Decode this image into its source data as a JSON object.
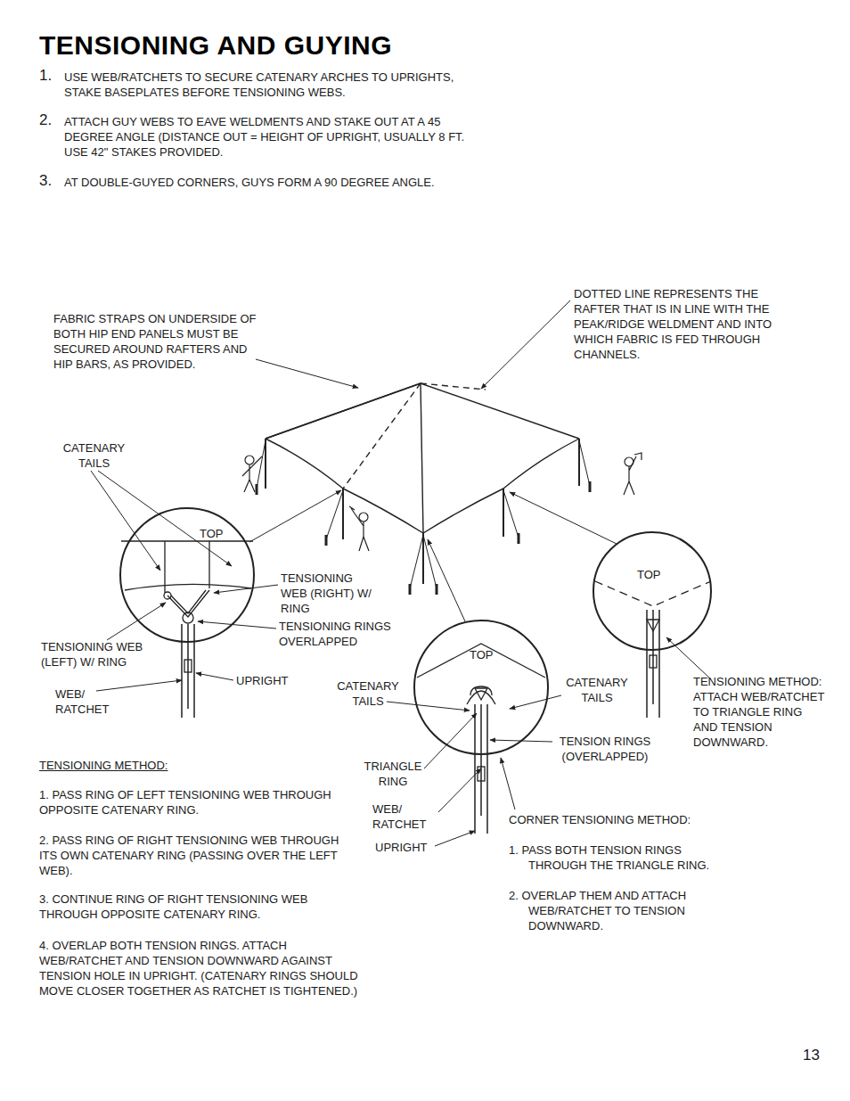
{
  "diagram": {
    "title": "TENSIONING AND GUYING",
    "nodes": [
      {
        "text": [
          "TOP"
        ]
      },
      {
        "text": [
          "TOP"
        ]
      },
      {
        "text": [
          "TOP"
        ]
      }
    ],
    "labels": [
      "1.",
      "USE WEB/RATCHETS TO SECURE CATENARY ARCHES TO UPRIGHTS, STAKE BASEPLATES BEFORE TENSIONING WEBS.",
      "2.",
      "ATTACH GUY WEBS TO EAVE WELDMENTS AND STAKE OUT AT A 45 DEGREE ANGLE (DISTANCE OUT = HEIGHT OF UPRIGHT, USUALLY 8 FT. USE 42\" STAKES PROVIDED.",
      "3.",
      "AT DOUBLE-GUYED CORNERS, GUYS FORM A 90 DEGREE ANGLE.",
      "DOTTED LINE REPRESENTS THE RAFTER THAT IS IN LINE WITH THE PEAK/RIDGE WELDMENT AND INTO WHICH FABRIC IS FED THROUGH CHANNELS.",
      "FABRIC STRAPS ON UNDERSIDE OF BOTH HIP END PANELS MUST BE SECURED AROUND RAFTERS AND HIP BARS, AS PROVIDED.",
      "CATENARY TAILS",
      "TENSIONING WEB (RIGHT) W/ RING",
      "TENSIONING RINGS OVERLAPPED",
      "TENSIONING WEB (LEFT) W/ RING",
      "UPRIGHT",
      "WEB/ RATCHET",
      "CATENARY TAILS",
      "CATENARY TAILS",
      "TENSION RINGS (OVERLAPPED)",
      "TRIANGLE RING",
      "WEB/ RATCHET",
      "UPRIGHT",
      "TENSIONING METHOD: ATTACH WEB/RATCHET TO TRIANGLE RING AND TENSION DOWNWARD.",
      "TENSIONING METHOD:",
      "1. PASS RING OF LEFT TENSIONING WEB THROUGH OPPOSITE CATENARY RING.",
      "2. PASS RING OF RIGHT TENSIONING WEB THROUGH ITS OWN CATENARY RING (PASSING OVER THE LEFT WEB).",
      "3. CONTINUE RING OF RIGHT TENSIONING WEB THROUGH OPPOSITE CATENARY RING.",
      "4. OVERLAP BOTH TENSION RINGS. ATTACH WEB/RATCHET AND TENSION DOWNWARD AGAINST TENSION HOLE IN UPRIGHT. (CATENARY RINGS SHOULD MOVE CLOSER TOGETHER AS RATCHET IS TIGHTENED.)",
      "CORNER TENSIONING METHOD:",
      "1. PASS BOTH TENSION RINGS THROUGH THE TRIANGLE RING.",
      "2. OVERLAP THEM AND ATTACH WEB/RATCHET TO TENSION DOWNWARD.",
      "13"
    ]
  }
}
